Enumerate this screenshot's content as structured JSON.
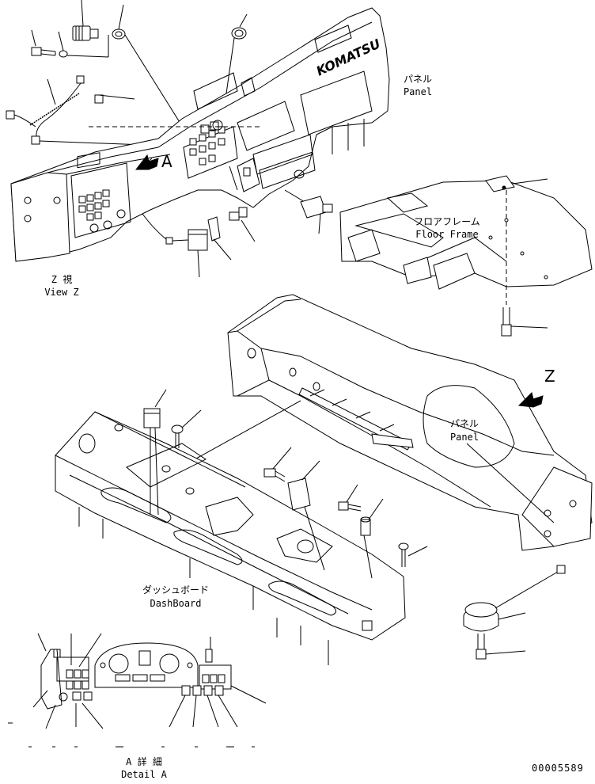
{
  "labels": {
    "panel_top_jp": "パネル",
    "panel_top_en": "Panel",
    "floor_frame_jp": "フロアフレーム",
    "floor_frame_en": "Floor Frame",
    "view_z_jp": "Z 視",
    "view_z_en": "View Z",
    "z_marker": "Z",
    "callout_a": "A",
    "brand_logo": "KOMATSU",
    "panel_mid_jp": "パネル",
    "panel_mid_en": "Panel",
    "dashboard_jp": "ダッシュボード",
    "dashboard_en": "DashBoard",
    "detail_a_jp": "A 詳 細",
    "detail_a_en": "Detail A",
    "drawing_number": "00005589"
  }
}
